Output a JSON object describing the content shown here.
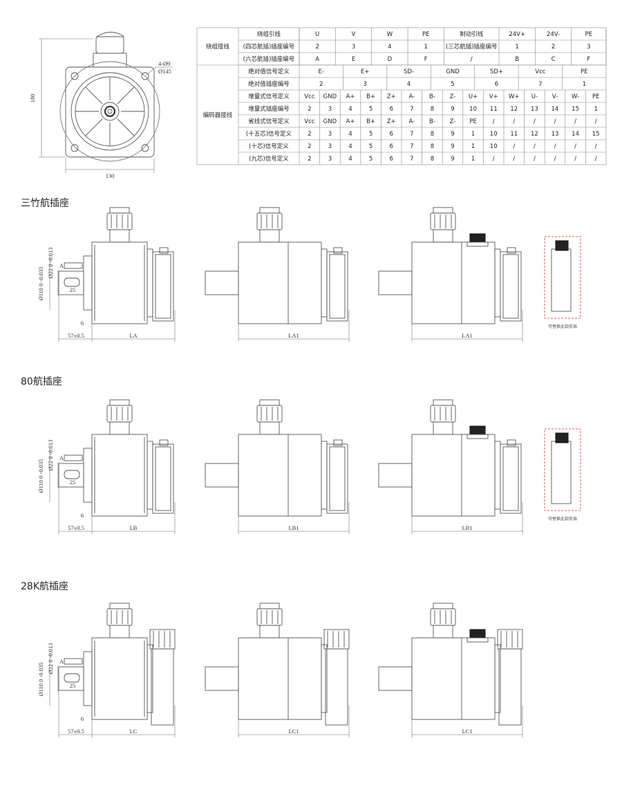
{
  "front_view": {
    "dim_height": "180",
    "dim_width": "130",
    "hole_label": "4-Ø9",
    "pcd_label": "Ø145"
  },
  "table": {
    "winding_group_label": "绕组接线",
    "encoder_group_label": "编码器接线",
    "winding_rows": [
      [
        "绕组引线",
        "U",
        "V",
        "W",
        "PE",
        "制动引线",
        "24V+",
        "24V-",
        "PE"
      ],
      [
        "(四芯航插)插座编号",
        "2",
        "3",
        "4",
        "1",
        "(三芯航插)插座编号",
        "1",
        "2",
        "3"
      ],
      [
        "(六芯航插)插座编号",
        "A",
        "E",
        "D",
        "F",
        "/",
        "B",
        "C",
        "F"
      ]
    ],
    "abs_rows": [
      [
        "绝对值信号定义",
        "E-",
        "E+",
        "SD-",
        "GND",
        "SD+",
        "Vcc",
        "PE"
      ],
      [
        "绝对值插座编号",
        "2",
        "3",
        "4",
        "5",
        "6",
        "7",
        "1"
      ]
    ],
    "enc_rows": [
      [
        "增量式信号定义",
        "Vcc",
        "GND",
        "A+",
        "B+",
        "Z+",
        "A-",
        "B-",
        "Z-",
        "U+",
        "V+",
        "W+",
        "U-",
        "V-",
        "W-",
        "PE"
      ],
      [
        "增量式插座编号",
        "2",
        "3",
        "4",
        "5",
        "6",
        "7",
        "8",
        "9",
        "10",
        "11",
        "12",
        "13",
        "14",
        "15",
        "1"
      ],
      [
        "省线式信号定义",
        "Vcc",
        "GND",
        "A+",
        "B+",
        "Z+",
        "A-",
        "B-",
        "Z-",
        "PE",
        "/",
        "/",
        "/",
        "/",
        "/",
        "/"
      ],
      [
        "(十五芯)信号定义",
        "2",
        "3",
        "4",
        "5",
        "6",
        "7",
        "8",
        "9",
        "1",
        "10",
        "11",
        "12",
        "13",
        "14",
        "15"
      ],
      [
        "(十芯)信号定义",
        "2",
        "3",
        "4",
        "5",
        "6",
        "7",
        "8",
        "9",
        "1",
        "10",
        "/",
        "/",
        "/",
        "/",
        "/"
      ],
      [
        "(九芯)信号定义",
        "2",
        "3",
        "4",
        "5",
        "6",
        "7",
        "8",
        "9",
        "1",
        "/",
        "/",
        "/",
        "/",
        "/",
        "/"
      ]
    ]
  },
  "sections": [
    {
      "title": "三竹航插座",
      "style": "round",
      "len_main": "LA",
      "len_alt": "LA1",
      "side_note": "可替换此款航插"
    },
    {
      "title": "80航插座",
      "style": "round",
      "len_main": "LB",
      "len_alt": "LB1",
      "side_note": "可替换此款航插"
    },
    {
      "title": "28K航插座",
      "style": "square",
      "len_main": "LC",
      "len_alt": "LC1",
      "side_note": ""
    }
  ],
  "side_dims": {
    "flange_dia": "Ø110",
    "flange_tol_upper": "0",
    "flange_tol_lower": "-0.035",
    "shaft_dia": "Ø22",
    "shaft_tol_upper": "0",
    "shaft_tol_lower": "-0.013",
    "key_label": "A",
    "key_len": "25",
    "step": "6",
    "shaft_len": "57±0.5"
  }
}
